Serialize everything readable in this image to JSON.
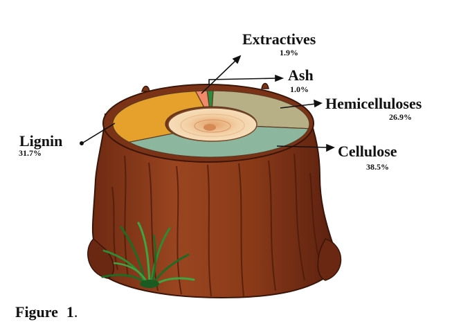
{
  "chart_data": {
    "type": "pie",
    "categories": [
      "Lignin",
      "Extractives",
      "Ash",
      "Hemicelluloses",
      "Cellulose"
    ],
    "values": [
      31.7,
      1.9,
      1.0,
      26.9,
      38.5
    ],
    "value_labels": [
      "31.7%",
      "1.9%",
      "1.0%",
      "26.9%",
      "38.5%"
    ],
    "colors": [
      "#E5A12C",
      "#F08A6A",
      "#2E8B3E",
      "#B7AF86",
      "#8CB79E"
    ]
  },
  "figure": {
    "caption_prefix": "Figure",
    "caption_number": "1",
    "caption_suffix": "."
  }
}
